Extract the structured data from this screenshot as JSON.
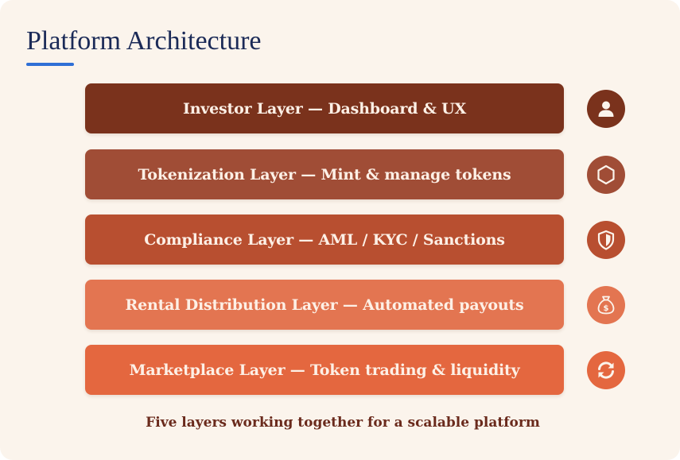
{
  "title": "Platform Architecture",
  "caption": "Five layers working together for a scalable platform",
  "colors": {
    "title": "#1b2a57",
    "accent_underline": "#2f6fd6",
    "background": "#fbf4ec",
    "caption": "#6a2a1c"
  },
  "layers": [
    {
      "label": "Investor Layer — Dashboard & UX",
      "color": "#7a321c",
      "icon": "user-icon"
    },
    {
      "label": "Tokenization Layer — Mint & manage tokens",
      "color": "#a04d36",
      "icon": "hexagon-icon"
    },
    {
      "label": "Compliance Layer — AML / KYC / Sanctions",
      "color": "#b84f30",
      "icon": "shield-icon"
    },
    {
      "label": "Rental Distribution Layer — Automated payouts",
      "color": "#e37551",
      "icon": "money-bag-icon"
    },
    {
      "label": "Marketplace Layer — Token trading & liquidity",
      "color": "#e4673f",
      "icon": "refresh-icon"
    }
  ]
}
